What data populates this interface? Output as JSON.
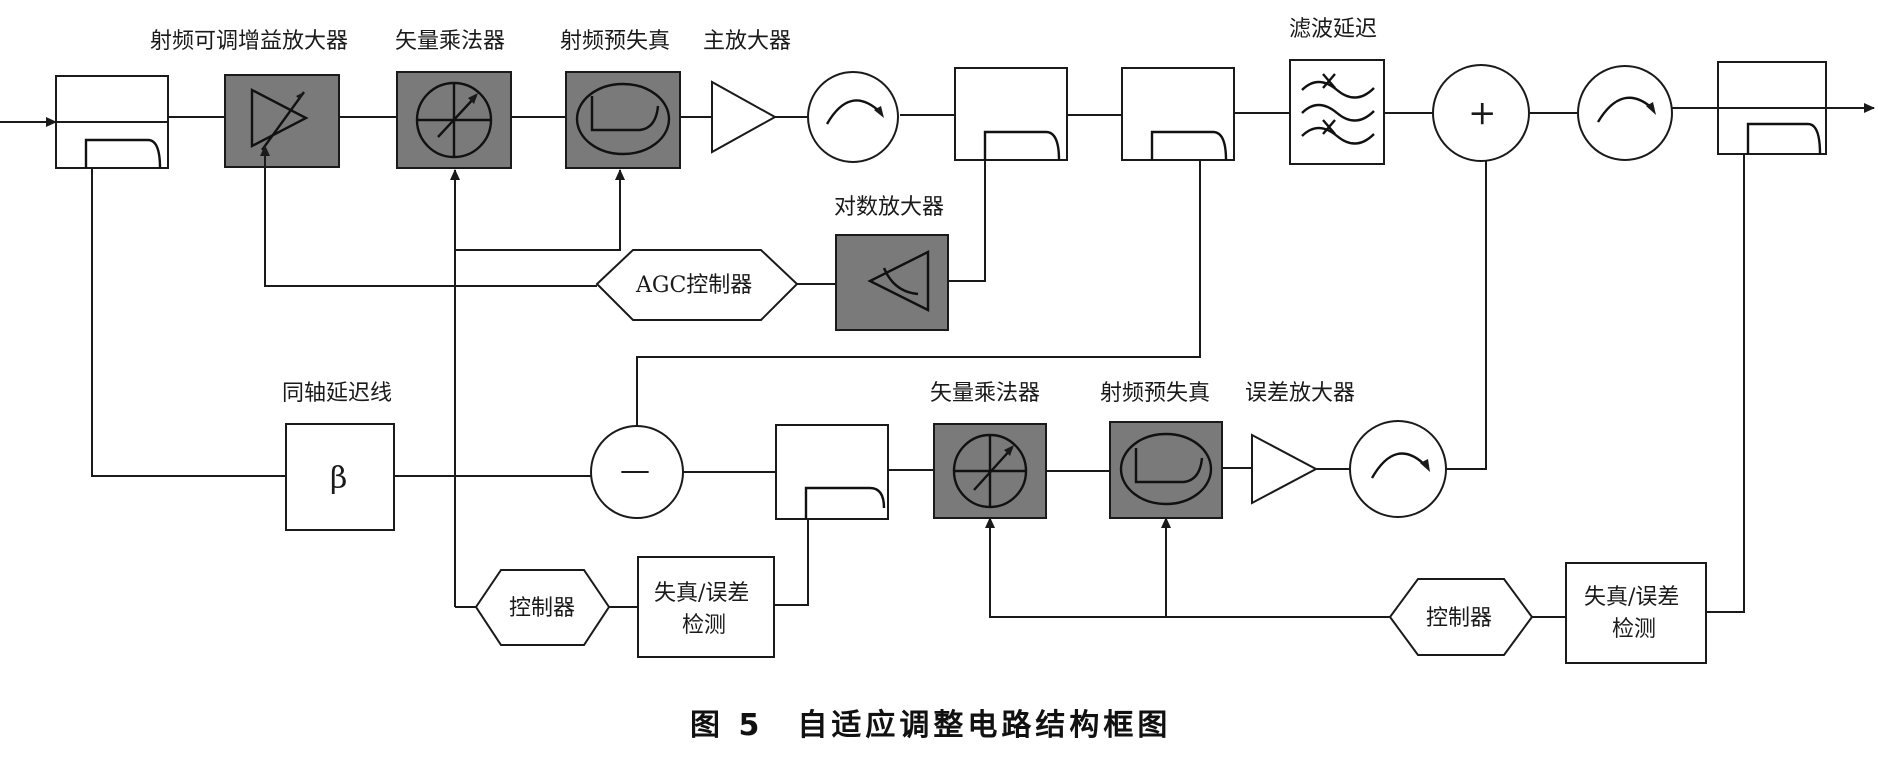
{
  "labels": {
    "rf_vga": "射频可调增益放大器",
    "vector_mult_1": "矢量乘法器",
    "rf_predistort_1": "射频预失真",
    "main_amp": "主放大器",
    "filter_delay": "滤波延迟",
    "log_amp": "对数放大器",
    "agc_ctrl": "AGC控制器",
    "coax_delay": "同轴延迟线",
    "beta": "β",
    "vector_mult_2": "矢量乘法器",
    "rf_predistort_2": "射频预失真",
    "error_amp": "误差放大器",
    "ctrl_1": "控制器",
    "detect_1_line1": "失真/误差",
    "detect_1_line2": "检测",
    "ctrl_2": "控制器",
    "detect_2_line1": "失真/误差",
    "detect_2_line2": "检测",
    "plus": "+",
    "minus": "—"
  },
  "caption": "图 5　自适应调整电路结构框图",
  "colors": {
    "dark_block": "#7a7a7a",
    "line": "#1a1a1a"
  }
}
